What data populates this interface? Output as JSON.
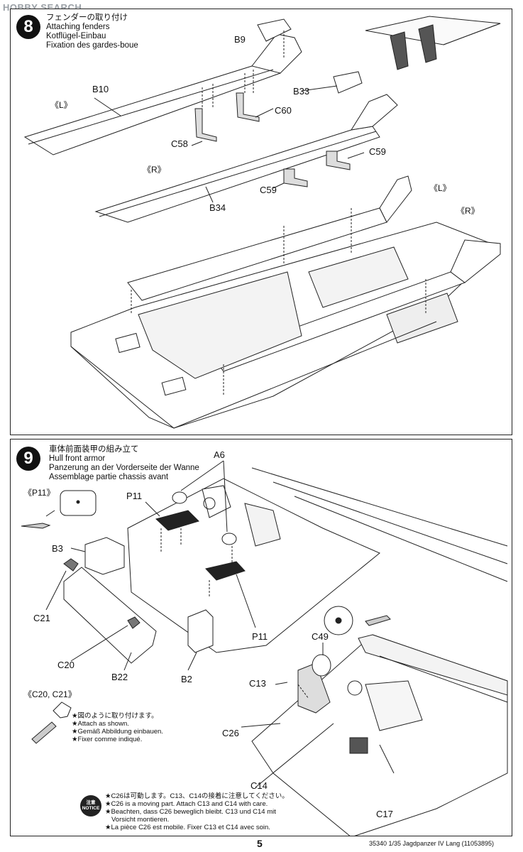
{
  "watermark": "HOBBY SEARCH",
  "step8": {
    "number": "8",
    "title_ja": "フェンダーの取り付け",
    "title_en": "Attaching fenders",
    "title_de": "Kotflügel-Einbau",
    "title_fr": "Fixation des gardes-boue",
    "parts": [
      "B9",
      "B10",
      "C60",
      "C58",
      "B33",
      "C59",
      "C59",
      "B34"
    ],
    "sides": [
      "《L》",
      "《R》",
      "《L》",
      "《R》"
    ]
  },
  "step9": {
    "number": "9",
    "title_ja": "車体前面装甲の組み立て",
    "title_en": "Hull front armor",
    "title_de": "Panzerung an der Vorderseite der Wanne",
    "title_fr": "Assemblage partie chassis avant",
    "inset_p11": "《P11》",
    "inset_c20_c21": "《C20, C21》",
    "parts": [
      "A6",
      "P11",
      "B3",
      "C21",
      "C20",
      "B22",
      "B2",
      "P11",
      "C49",
      "C13",
      "C26",
      "C14",
      "C17"
    ],
    "attach_notes": [
      "★図のように取り付けます。",
      "★Attach as shown.",
      "★Gemäß Abbildung einbauen.",
      "★Fixer comme indiqué."
    ],
    "notice_badge_top": "注意",
    "notice_badge_bottom": "NOTICE",
    "notice_lines": [
      "★C26は可動します。C13、C14の接着に注意してください。",
      "★C26 is a moving part. Attach C13 and C14 with care.",
      "★Beachten, dass C26 beweglich bleibt. C13 und C14 mit",
      "Vorsicht montieren.",
      "★La pièce C26 est mobile. Fixer C13 et C14 avec soin."
    ]
  },
  "page_number": "5",
  "footer": "35340  1/35 Jagdpanzer IV Lang (11053895)"
}
